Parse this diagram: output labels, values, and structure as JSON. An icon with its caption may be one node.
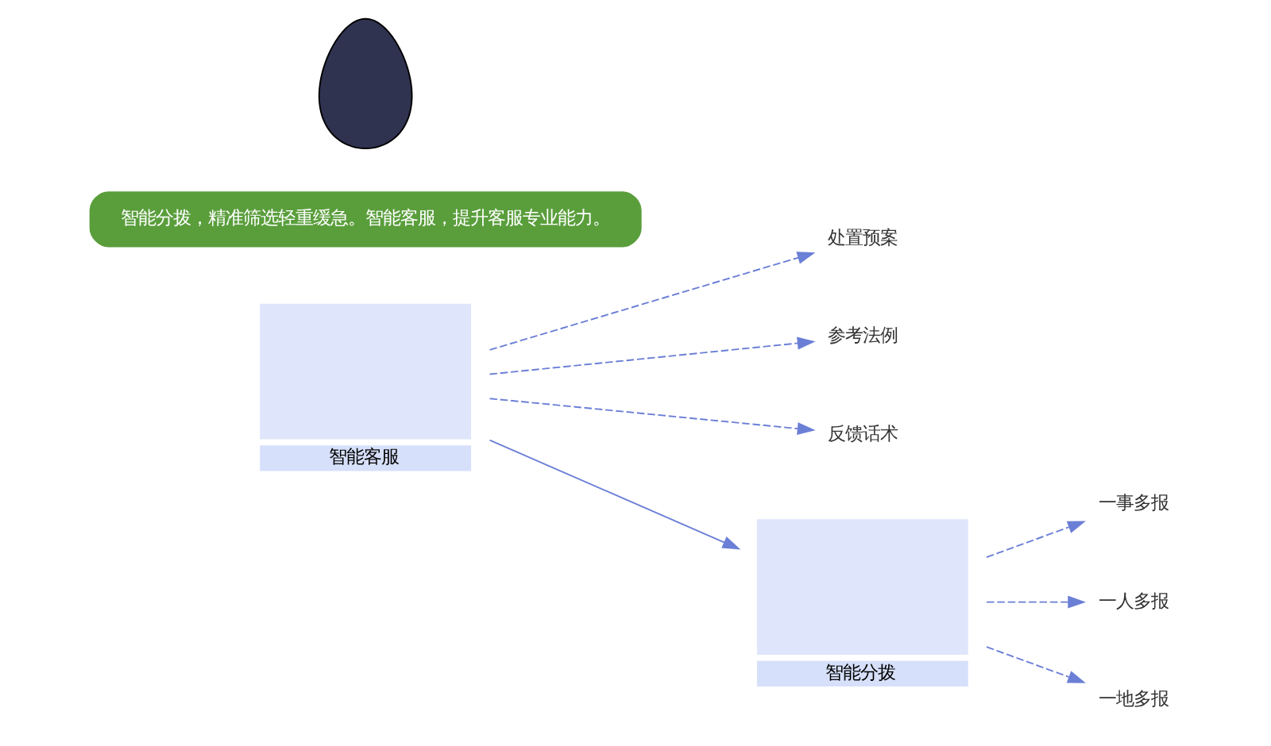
{
  "diagram": {
    "nodes": [
      {
        "text": [],
        "shape": "box",
        "beside": [
          "智能客服"
        ]
      },
      {
        "text": [
          "处置预案"
        ]
      },
      {
        "text": [
          "参考法例"
        ]
      },
      {
        "text": [
          "反馈话术"
        ]
      },
      {
        "text": [],
        "shape": "box",
        "beside": [
          "智能分拨"
        ]
      },
      {
        "text": [
          "一事多报"
        ]
      },
      {
        "text": [
          "一人多报"
        ]
      },
      {
        "text": [
          "一地多报"
        ]
      },
      {
        "text": [
          "智能分拨，精准筛选轻重缓急。智能客服，提升客服专业能力。"
        ]
      },
      {
        "text": [],
        "shape": "person"
      }
    ],
    "edges": [
      {
        "from": 0,
        "to": 1,
        "arrow": "to",
        "style": "dashed"
      },
      {
        "from": 0,
        "to": 2,
        "arrow": "to",
        "style": "dashed"
      },
      {
        "from": 0,
        "to": 3,
        "arrow": "to",
        "style": "dashed"
      },
      {
        "from": 0,
        "to": 4,
        "arrow": "to"
      },
      {
        "from": 4,
        "to": 5,
        "arrow": "to",
        "style": "dashed"
      },
      {
        "from": 4,
        "to": 6,
        "arrow": "to",
        "style": "dashed"
      },
      {
        "from": 4,
        "to": 7,
        "arrow": "to",
        "style": "dashed"
      }
    ]
  }
}
